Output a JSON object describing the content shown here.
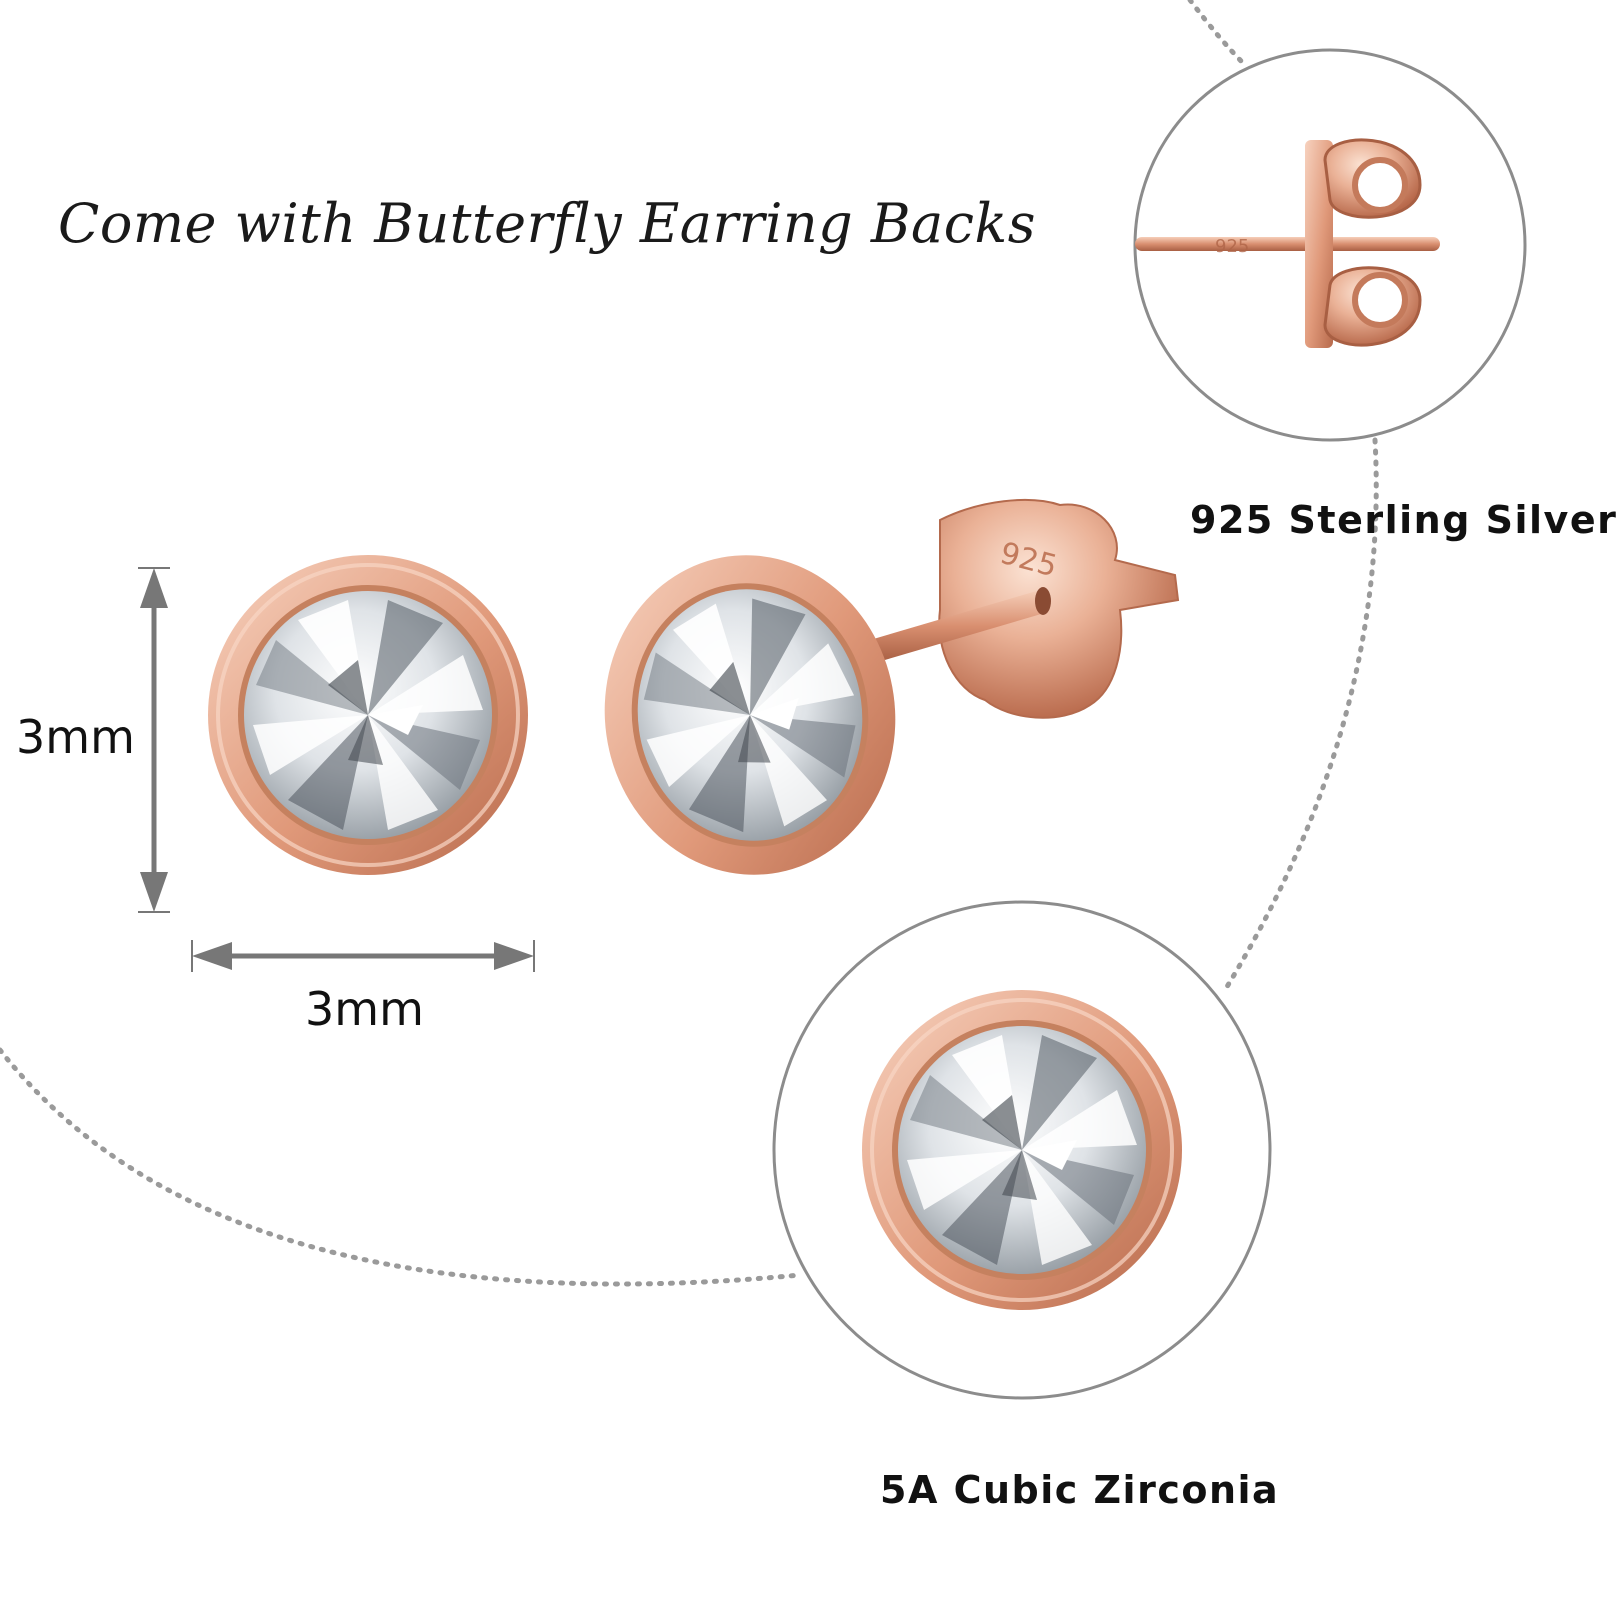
{
  "headline": "Come with Butterfly Earring Backs",
  "dimensions": {
    "height_label": "3mm",
    "width_label": "3mm"
  },
  "callouts": {
    "material": "925 Sterling Silver",
    "stone": "5A Cubic Zirconia"
  },
  "stamp": "925",
  "colors": {
    "rose_gold": "#e7a98a",
    "rose_gold_dark": "#b46a4d",
    "dotted_line": "#9a9a9a",
    "circle_outline": "#8c8c8c",
    "arrow": "#777777"
  }
}
